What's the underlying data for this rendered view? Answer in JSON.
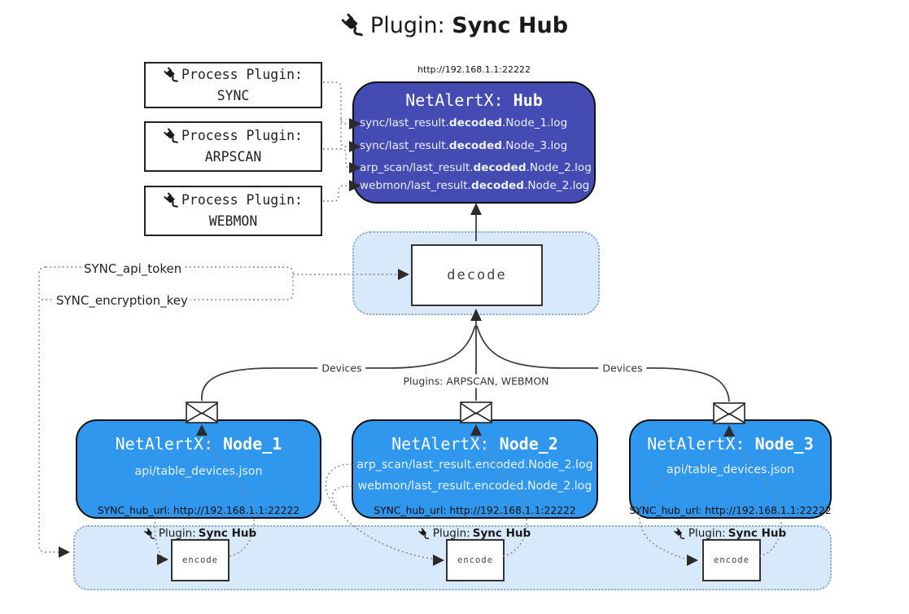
{
  "title": {
    "pre": "Plugin: ",
    "bold": "Sync Hub"
  },
  "process_plugins": [
    {
      "label": "Process Plugin:",
      "name": "SYNC"
    },
    {
      "label": "Process Plugin:",
      "name": "ARPSCAN"
    },
    {
      "label": "Process Plugin:",
      "name": "WEBMON"
    }
  ],
  "hub": {
    "url": "http://192.168.1.1:22222",
    "header_pre": "NetAlertX: ",
    "header_bold": "Hub",
    "lines": [
      {
        "pre": "sync/last_result.",
        "bold": "decoded",
        "post": ".Node_1.log"
      },
      {
        "pre": "sync/last_result.",
        "bold": "decoded",
        "post": ".Node_3.log"
      },
      {
        "pre": "arp_scan/last_result.",
        "bold": "decoded",
        "post": ".Node_2.log"
      },
      {
        "pre": "webmon/last_result.",
        "bold": "decoded",
        "post": ".Node_2.log"
      }
    ]
  },
  "decode": {
    "label": "decode"
  },
  "settings": {
    "api_token": "SYNC_api_token",
    "encryption_key": "SYNC_encryption_key"
  },
  "edges": {
    "devices_left": "Devices",
    "devices_right": "Devices",
    "plugins_center": "Plugins: ARPSCAN, WEBMON"
  },
  "nodes": [
    {
      "header_pre": "NetAlertX: ",
      "header_bold": "Node_1",
      "lines": [
        "api/table_devices.json"
      ],
      "hub_url": "SYNC_hub_url: http://192.168.1.1:22222"
    },
    {
      "header_pre": "NetAlertX: ",
      "header_bold": "Node_2",
      "lines": [
        "arp_scan/last_result.encoded.Node_2.log",
        "webmon/last_result.encoded.Node_2.log"
      ],
      "hub_url": "SYNC_hub_url: http://192.168.1.1:22222"
    },
    {
      "header_pre": "NetAlertX: ",
      "header_bold": "Node_3",
      "lines": [
        "api/table_devices.json"
      ],
      "hub_url": "SYNC_hub_url: http://192.168.1.1:22222"
    }
  ],
  "encoders": [
    {
      "label_pre": "Plugin: ",
      "label_bold": "Sync Hub",
      "box": "encode"
    },
    {
      "label_pre": "Plugin: ",
      "label_bold": "Sync Hub",
      "box": "encode"
    },
    {
      "label_pre": "Plugin: ",
      "label_bold": "Sync Hub",
      "box": "encode"
    }
  ],
  "colors": {
    "hub_bg": "#444CB3",
    "node_bg": "#2F97EE",
    "panel_bg": "#D8E9FB",
    "panel_border": "#8FA9C2"
  }
}
